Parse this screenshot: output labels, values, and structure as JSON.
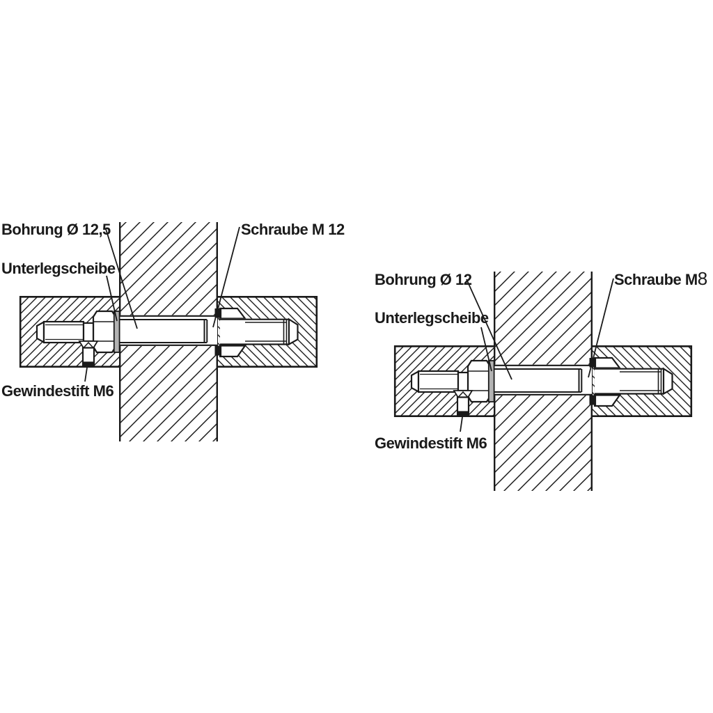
{
  "figure": {
    "type": "technical-drawing",
    "description_visible": false
  },
  "colors": {
    "ink": "#1a1a1a",
    "washer_gray": "#b3b3b3",
    "background": "#ffffff"
  },
  "diagrams": [
    {
      "id": "left",
      "labels": {
        "bohrung": "Bohrung Ø 12,5",
        "unterlegscheibe": "Unterlegscheibe",
        "schraube": "Schraube M 12",
        "schraube_suffix": "",
        "gewindestift": "Gewindestift M6"
      }
    },
    {
      "id": "right",
      "labels": {
        "bohrung": "Bohrung Ø 12",
        "unterlegscheibe": "Unterlegscheibe",
        "schraube": "Schraube M",
        "schraube_suffix": "8",
        "gewindestift": "Gewindestift M6"
      }
    }
  ]
}
